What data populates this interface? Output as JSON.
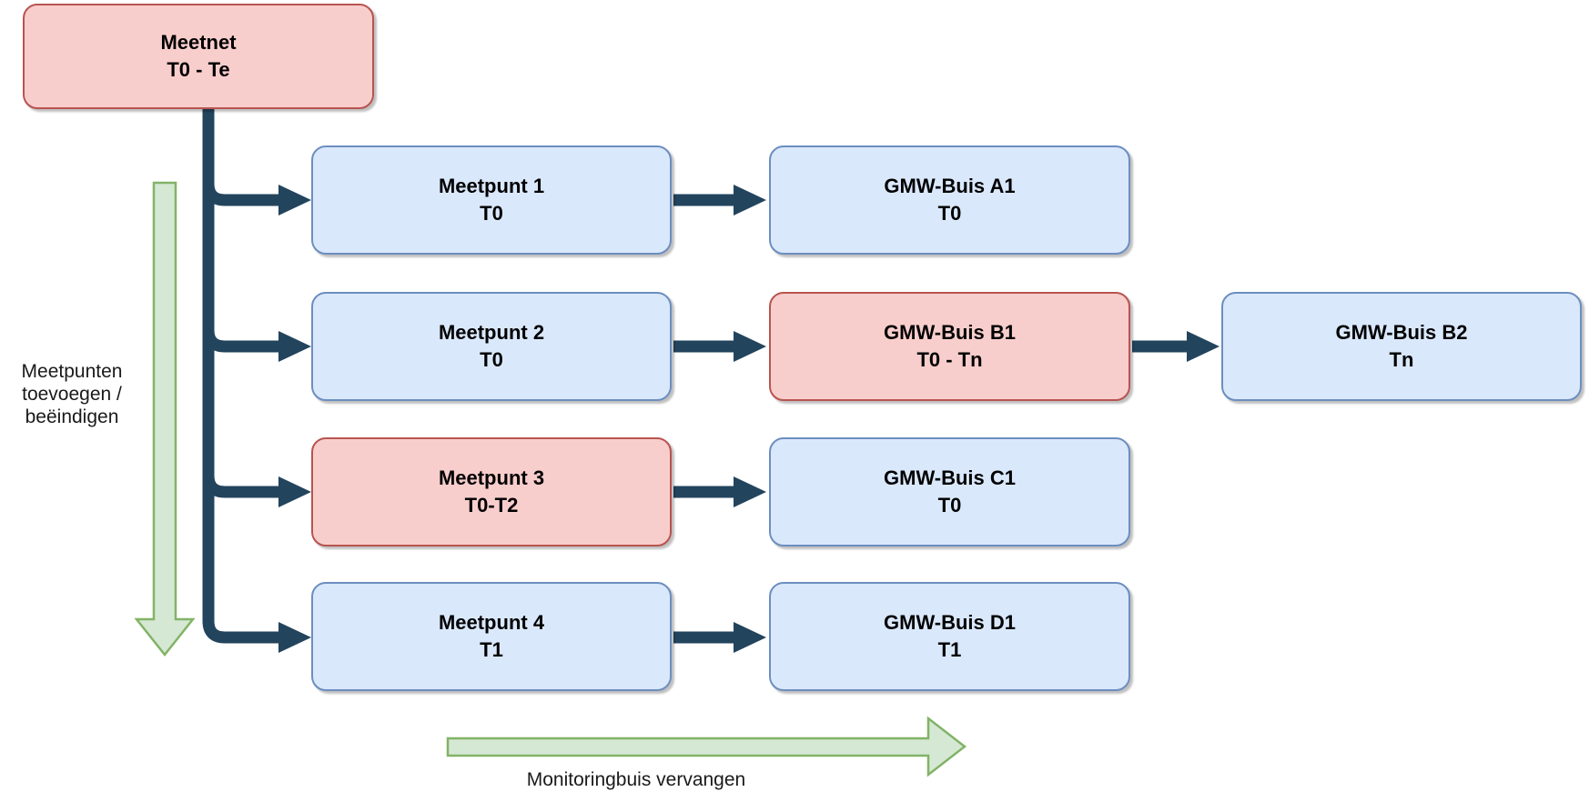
{
  "palette": {
    "redFill": "#f8cecc",
    "redBorder": "#b85450",
    "blueFill": "#dae8fc",
    "blueBorder": "#6c8ebf",
    "greenFill": "#d5e8d4",
    "greenBorder": "#82b366",
    "connector": "#23445d",
    "textColor": "#000000"
  },
  "nodes": {
    "meetnet": {
      "line1": "Meetnet",
      "line2": "T0 - Te",
      "variant": "red"
    },
    "meetpunt1": {
      "line1": "Meetpunt 1",
      "line2": "T0",
      "variant": "blue"
    },
    "gmw_a1": {
      "line1": "GMW-Buis A1",
      "line2": "T0",
      "variant": "blue"
    },
    "meetpunt2": {
      "line1": "Meetpunt 2",
      "line2": "T0",
      "variant": "blue"
    },
    "gmw_b1": {
      "line1": "GMW-Buis B1",
      "line2": "T0 - Tn",
      "variant": "red"
    },
    "gmw_b2": {
      "line1": "GMW-Buis B2",
      "line2": "Tn",
      "variant": "blue"
    },
    "meetpunt3": {
      "line1": "Meetpunt 3",
      "line2": "T0-T2",
      "variant": "red"
    },
    "gmw_c1": {
      "line1": "GMW-Buis C1",
      "line2": "T0",
      "variant": "blue"
    },
    "meetpunt4": {
      "line1": "Meetpunt 4",
      "line2": "T1",
      "variant": "blue"
    },
    "gmw_d1": {
      "line1": "GMW-Buis D1",
      "line2": "T1",
      "variant": "blue"
    }
  },
  "annotations": {
    "left_arrow_label_line1": "Meetpunten",
    "left_arrow_label_line2": "toevoegen /",
    "left_arrow_label_line3": "beëindigen",
    "bottom_arrow_label": "Monitoringbuis vervangen"
  }
}
